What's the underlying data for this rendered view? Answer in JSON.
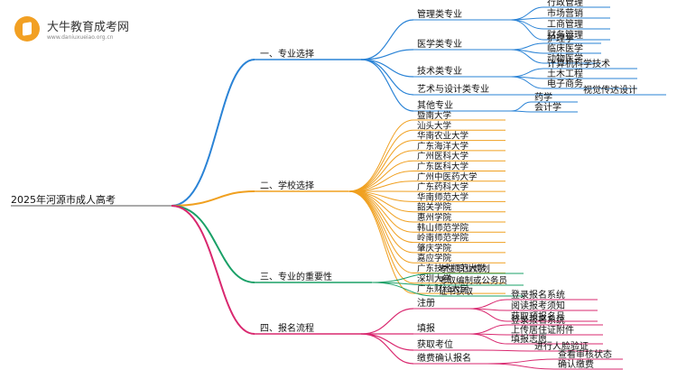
{
  "watermark": {
    "title": "大牛教育成考网",
    "url": "www.daniuxueiao.org.cn",
    "logo_color": "#f2a023"
  },
  "root": "2025年河源市成人高考",
  "branches": [
    {
      "label": "一、专业选择",
      "color": "#2a83d6",
      "children": [
        {
          "label": "管理类专业",
          "children": [
            "行政管理",
            "市场营销",
            "工商管理",
            "财务管理"
          ]
        },
        {
          "label": "医学类专业",
          "children": [
            "护理学",
            "临床医学",
            "动物医学"
          ]
        },
        {
          "label": "技术类专业",
          "children": [
            "计算机科学技术",
            "土木工程",
            "电子商务"
          ]
        },
        {
          "label": "艺术与设计类专业",
          "children": [
            "视觉传达设计"
          ]
        },
        {
          "label": "其他专业",
          "children": [
            "药学",
            "会计学"
          ]
        }
      ]
    },
    {
      "label": "二、学校选择",
      "color": "#f0a020",
      "children": [
        {
          "label": "暨南大学"
        },
        {
          "label": "汕头大学"
        },
        {
          "label": "华南农业大学"
        },
        {
          "label": "广东海洋大学"
        },
        {
          "label": "广州医科大学"
        },
        {
          "label": "广东医科大学"
        },
        {
          "label": "广州中医药大学"
        },
        {
          "label": "广东药科大学"
        },
        {
          "label": "华南师范大学"
        },
        {
          "label": "韶关学院"
        },
        {
          "label": "惠州学院"
        },
        {
          "label": "韩山师范学院"
        },
        {
          "label": "岭南师范学院"
        },
        {
          "label": "肇庆学院"
        },
        {
          "label": "嘉应学院"
        },
        {
          "label": "广东技术师范大学"
        },
        {
          "label": "深圳大学"
        },
        {
          "label": "广东财经大学"
        }
      ]
    },
    {
      "label": "三、专业的重要性",
      "color": "#1aa067",
      "children": [
        {
          "label": "考生职业规划"
        },
        {
          "label": "考取编制或公务员"
        },
        {
          "label": "证书获取"
        }
      ]
    },
    {
      "label": "四、报名流程",
      "color": "#d9286f",
      "children": [
        {
          "label": "注册",
          "children": [
            "登录报名系统",
            "阅读报考须知",
            "获取预报名号"
          ]
        },
        {
          "label": "填报",
          "children": [
            "登录报名系统",
            "上传居住证附件",
            "填报志愿"
          ]
        },
        {
          "label": "获取考位",
          "children": [
            "进行人脸验证"
          ]
        },
        {
          "label": "缴费确认报名",
          "children": [
            "查看审核状态",
            "确认缴费"
          ]
        }
      ]
    }
  ]
}
